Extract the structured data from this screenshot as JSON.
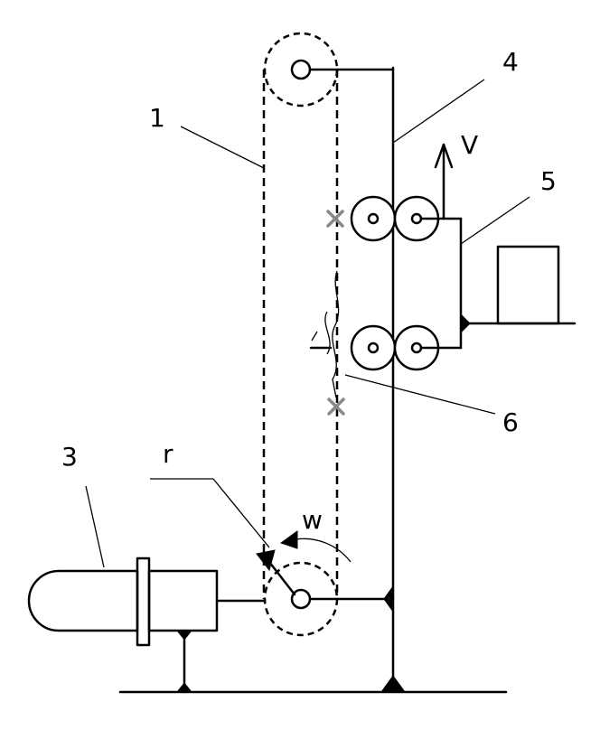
{
  "labels": {
    "chain": "1",
    "drive": "3",
    "column": "4",
    "carriage": "5",
    "specimen": "6",
    "radius": "r",
    "angular_velocity": "w",
    "velocity": "V"
  },
  "colors": {
    "line": "#000000",
    "clamp_mark": "#888888",
    "background": "#ffffff"
  }
}
